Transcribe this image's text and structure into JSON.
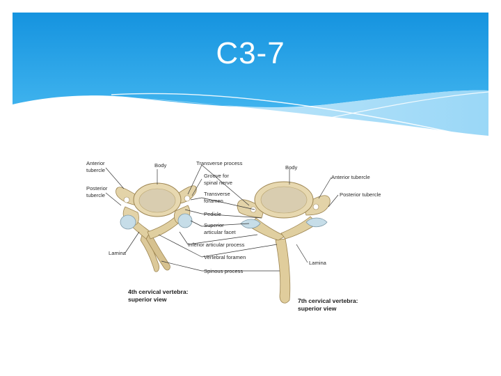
{
  "slide": {
    "title": "C3-7",
    "colors": {
      "header_top": "#1a9be3",
      "header_bottom": "#7fd0f5",
      "bone": "#e3d3a8",
      "bone_shadow": "#b9a06a",
      "cartilage": "#c6dde8"
    }
  },
  "figure": {
    "left_caption_line1": "4th cervical vertebra:",
    "left_caption_line2": "superior view",
    "right_caption_line1": "7th cervical vertebra:",
    "right_caption_line2": "superior view",
    "labels": {
      "anterior_tubercle_l1": "Anterior",
      "anterior_tubercle_l2": "tubercle",
      "posterior_tubercle_l1": "Posterior",
      "posterior_tubercle_l2": "tubercle",
      "lamina_left": "Lamina",
      "body_left": "Body",
      "transverse_process": "Transverse process",
      "groove_l1": "Groove for",
      "groove_l2": "spinal nerve",
      "transverse_foramen_l1": "Transverse",
      "transverse_foramen_l2": "foramen",
      "pedicle": "Pedicle",
      "superior_facet_l1": "Superior",
      "superior_facet_l2": "articular facet",
      "inferior_process": "Inferior articular process",
      "vertebral_foramen": "Vertebral foramen",
      "spinous_process": "Spinous process",
      "body_right": "Body",
      "anterior_tubercle_right": "Anterior tubercle",
      "posterior_tubercle_right": "Posterior tubercle",
      "lamina_right": "Lamina"
    }
  }
}
